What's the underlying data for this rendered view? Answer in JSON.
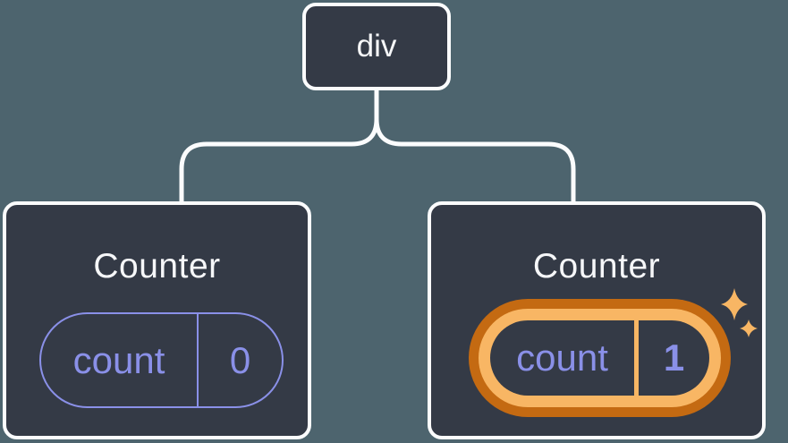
{
  "diagram": {
    "root": {
      "label": "div"
    },
    "counters": [
      {
        "title": "Counter",
        "state_key": "count",
        "state_value": "0",
        "highlighted": false
      },
      {
        "title": "Counter",
        "state_key": "count",
        "state_value": "1",
        "highlighted": true
      }
    ]
  },
  "icons": {
    "sparkles": "sparkles-icon"
  },
  "colors": {
    "background": "#4d646e",
    "node_fill": "#343a46",
    "node_border": "#fbfcfd",
    "connector": "#fbfcfd",
    "text_primary": "#f6f7f9",
    "state_purple": "#8a90e8",
    "highlight_orange_dark": "#c46a12",
    "highlight_orange_light": "#f8b664"
  }
}
